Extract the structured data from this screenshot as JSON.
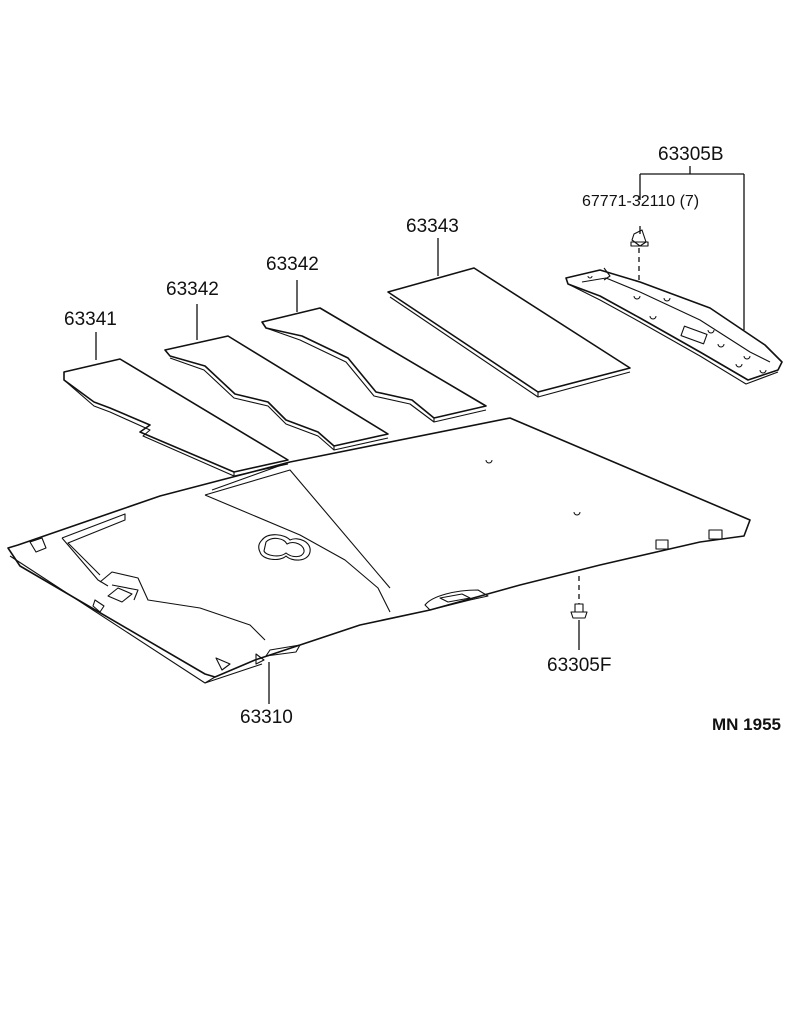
{
  "labels": {
    "pad_front": "63341",
    "pad_middle_1": "63342",
    "pad_middle_2": "63342",
    "pad_rear": "63343",
    "rear_rail_assembly": "63305B",
    "clip": "67771-32110 (7)",
    "headlining": "63310",
    "retainer": "63305F"
  },
  "diagram_code": "MN 1955"
}
